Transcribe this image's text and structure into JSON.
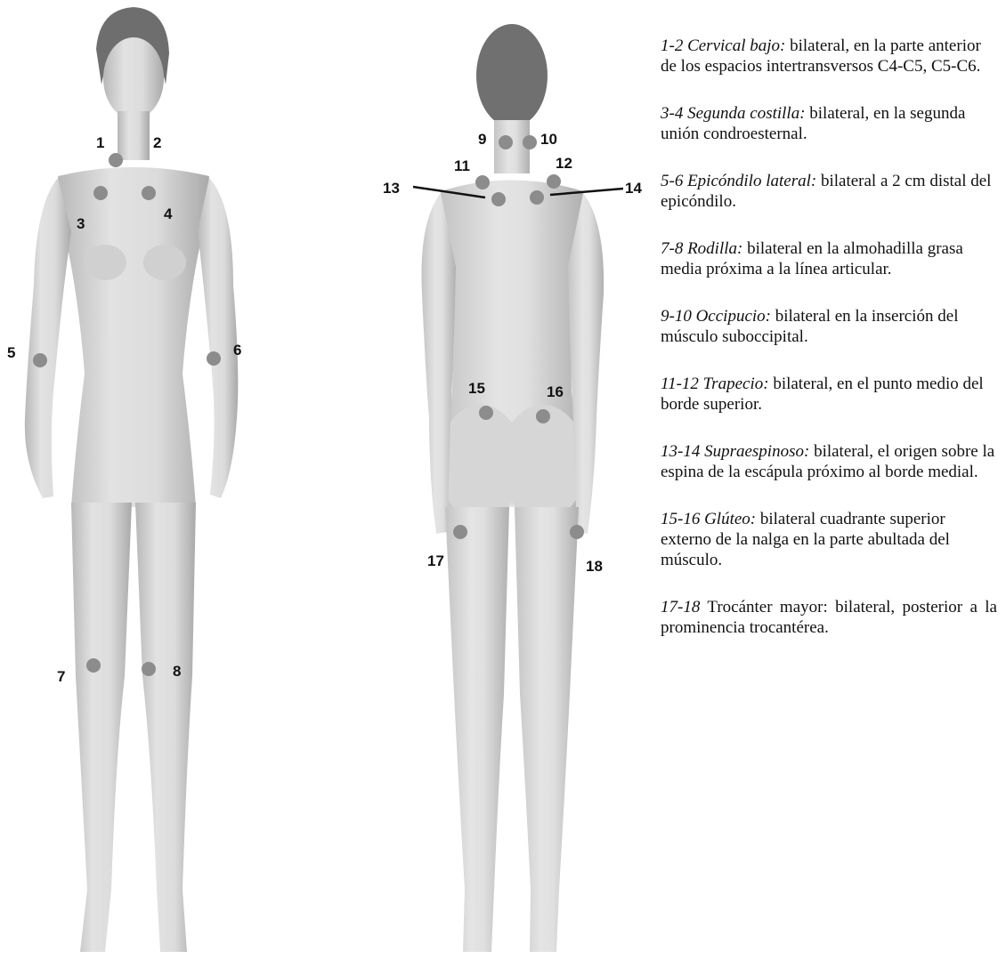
{
  "points": [
    "1",
    "2",
    "3",
    "4",
    "5",
    "6",
    "7",
    "8",
    "9",
    "10",
    "11",
    "12",
    "13",
    "14",
    "15",
    "16",
    "17",
    "18"
  ],
  "legend": [
    {
      "name": "1-2 Cervical bajo:",
      "text": " bilateral, en la parte anterior de los espacios intertransversos C4-C5, C5-C6."
    },
    {
      "name": "3-4 Segunda costilla:",
      "text": " bilateral, en la segunda unión condroesternal."
    },
    {
      "name": "5-6 Epicóndilo lateral:",
      "text": " bilateral a 2 cm distal del epicóndilo."
    },
    {
      "name": "7-8 Rodilla:",
      "text": " bilateral en la almohadilla grasa media próxima a la línea articular."
    },
    {
      "name": "9-10 Occipucio:",
      "text": " bilateral en la inserción del músculo suboccipital."
    },
    {
      "name": "11-12 Trapecio:",
      "text": " bilateral, en el punto medio del borde superior."
    },
    {
      "name": "13-14 Supraespinoso:",
      "text": " bilateral, el origen sobre la espina de la escápula próximo al borde medial."
    },
    {
      "name": "15-16 Glúteo:",
      "text": " bilateral cuadrante superior externo de la nalga en la parte abultada del músculo."
    },
    {
      "name": "17-18",
      "text": " Trocánter mayor: bilateral, posterior a la prominencia trocantérea."
    }
  ],
  "colors": {
    "skin": "#d9d9d9",
    "skin_shadow": "#b5b5b5",
    "hair": "#6e6e6e",
    "dot": "#8c8c8c"
  }
}
